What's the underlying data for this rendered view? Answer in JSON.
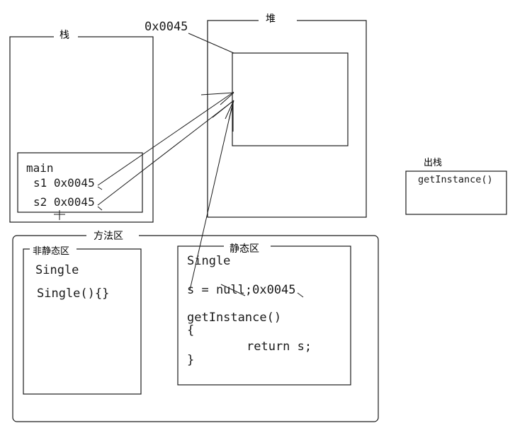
{
  "stack": {
    "label": "栈",
    "frame_label": "main",
    "var1": "s1 0x0045",
    "var2": "s2 0x0045"
  },
  "heap": {
    "label": "堆",
    "address": "0x0045"
  },
  "pop_stack": {
    "label": "出栈",
    "method": "getInstance()"
  },
  "method_area": {
    "label": "方法区",
    "non_static": {
      "label": "非静态区",
      "line1": "Single",
      "line2": "Single(){}"
    },
    "static": {
      "label": "静态区",
      "line1": "Single",
      "line2": "s = null;0x0045",
      "line3": "getInstance()",
      "line4": "{",
      "line5": "return s;",
      "line6": "}"
    }
  },
  "colors": {
    "stroke": "#1a1a1a",
    "background": "#ffffff"
  }
}
